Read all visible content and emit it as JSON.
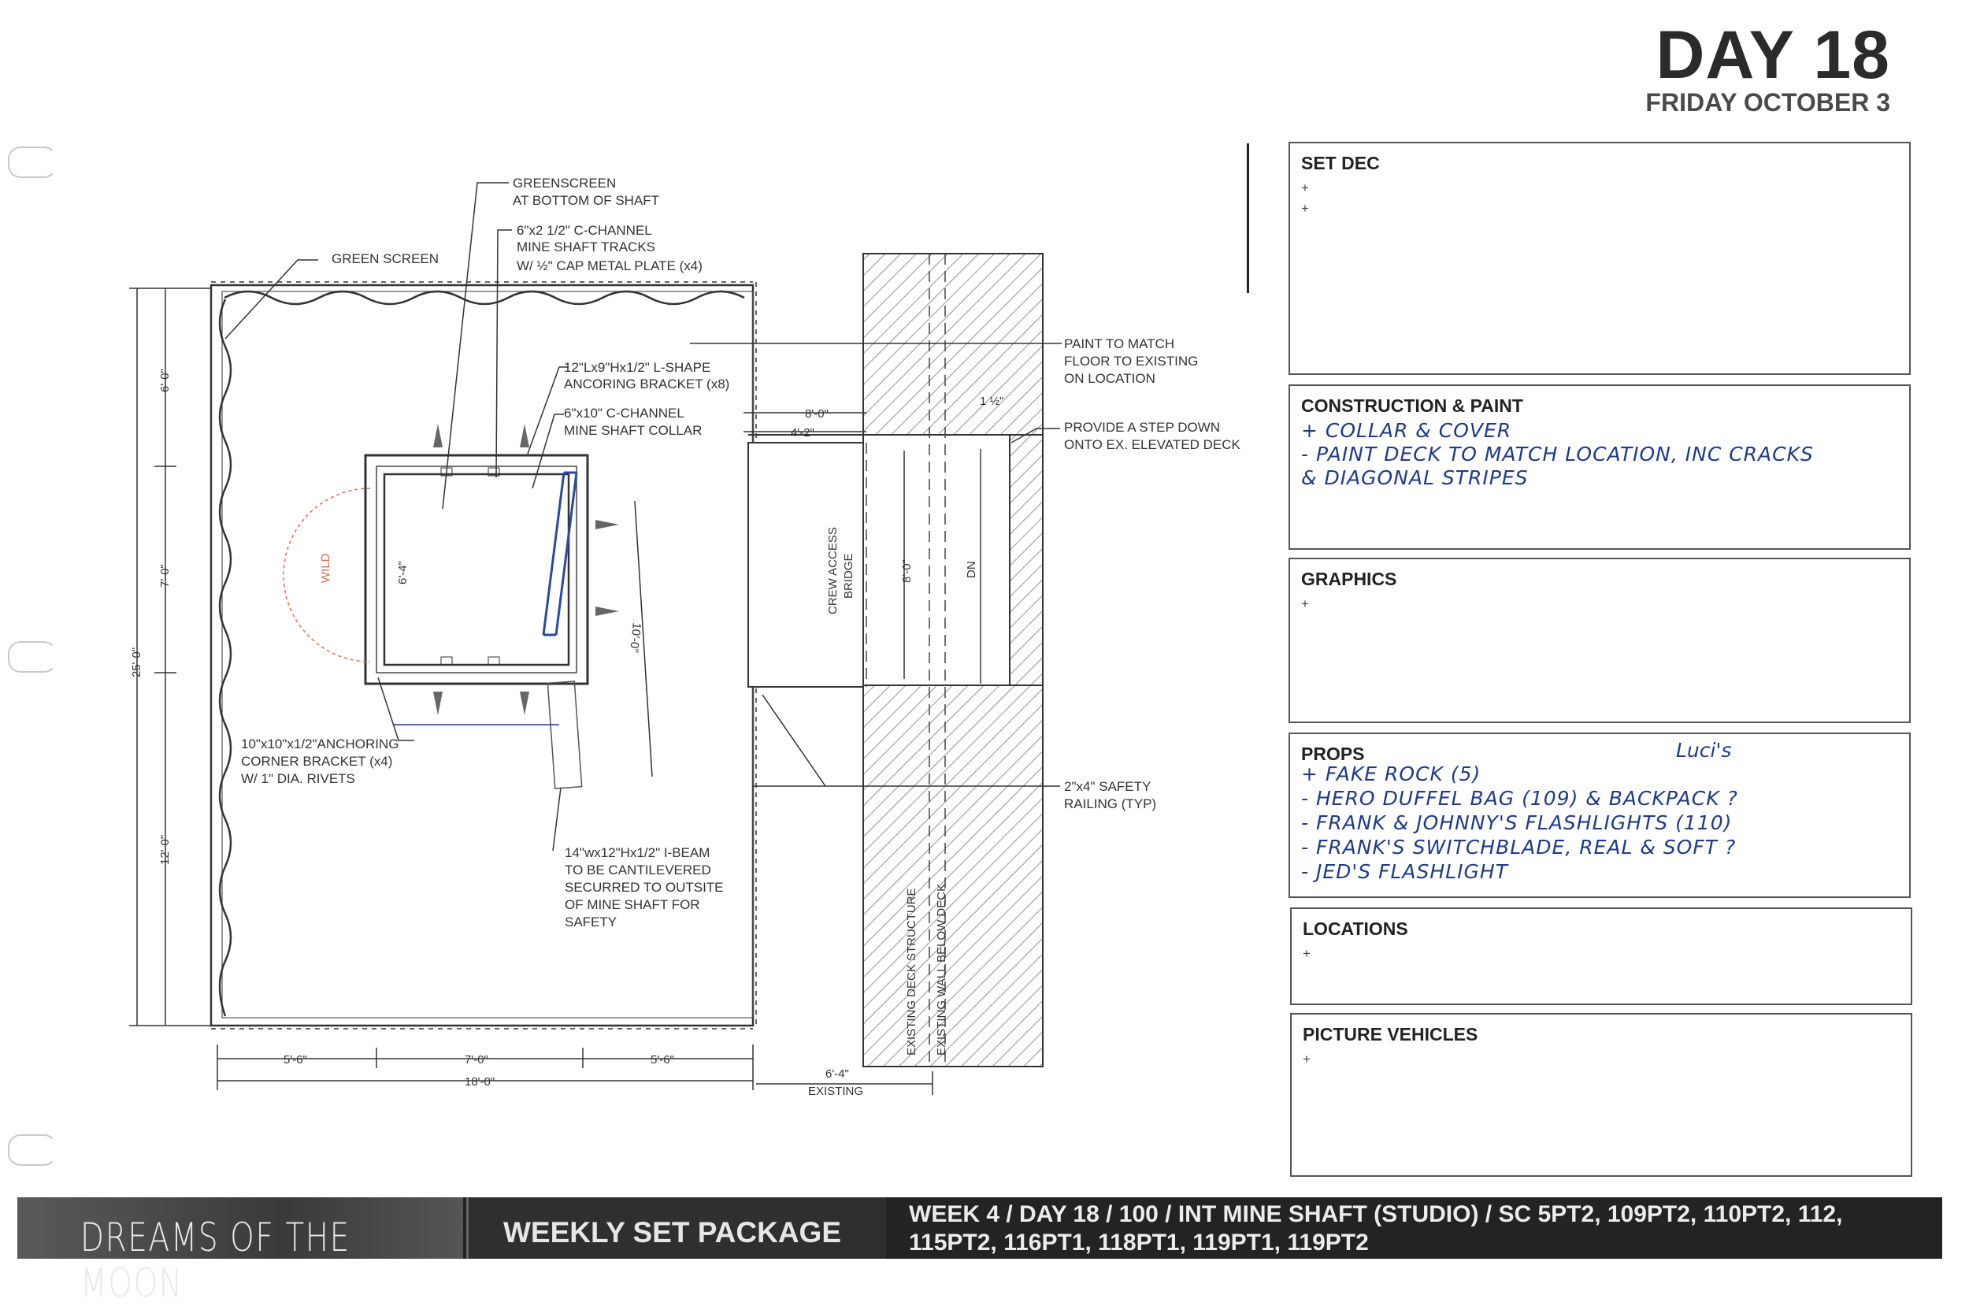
{
  "header": {
    "day": "DAY 18",
    "date": "FRIDAY OCTOBER 3"
  },
  "panels": {
    "set_dec": {
      "title": "SET DEC",
      "items": [
        "+",
        "+"
      ]
    },
    "construction": {
      "title": "CONSTRUCTION & PAINT",
      "handwritten": [
        "+ COLLAR & COVER",
        "- PAINT DECK TO MATCH LOCATION, INC CRACKS",
        "  & DIAGONAL STRIPES"
      ]
    },
    "graphics": {
      "title": "GRAPHICS",
      "items": [
        "+"
      ]
    },
    "props": {
      "title": "PROPS",
      "handwritten": [
        "+ FAKE ROCK (5)",
        "- HERO DUFFEL BAG (109) & BACKPACK ?",
        "- FRANK & JOHNNY'S FLASHLIGHTS (110)",
        "- FRANK'S SWITCHBLADE, REAL & SOFT ?",
        "- JED'S FLASHLIGHT"
      ],
      "annotation": "Luci's"
    },
    "locations": {
      "title": "LOCATIONS",
      "items": [
        "+"
      ]
    },
    "picture_vehicles": {
      "title": "PICTURE VEHICLES",
      "items": [
        "+"
      ]
    }
  },
  "drawing": {
    "greenscreen_bottom": [
      "GREENSCREEN",
      "AT BOTTOM OF SHAFT"
    ],
    "c_channel_tracks": [
      "6\"x2 1/2\" C-CHANNEL",
      "MINE SHAFT TRACKS",
      "W/ ½\" CAP METAL PLATE (x4)"
    ],
    "green_screen": "GREEN SCREEN",
    "l_bracket": [
      "12\"Lx9\"Hx1/2\" L-SHAPE",
      "ANCORING BRACKET (x8)"
    ],
    "collar": [
      "6\"x10\" C-CHANNEL",
      "MINE SHAFT COLLAR"
    ],
    "paint_floor": [
      "PAINT TO MATCH",
      "FLOOR TO EXISTING",
      "ON LOCATION"
    ],
    "step_down": [
      "PROVIDE A STEP DOWN",
      "ONTO EX. ELEVATED DECK"
    ],
    "corner_bracket": [
      "10\"x10\"x1/2\"ANCHORING",
      "CORNER BRACKET (x4)",
      "W/ 1\" DIA. RIVETS"
    ],
    "safety_railing": [
      "2\"x4\" SAFETY",
      "RAILING (TYP)"
    ],
    "ibeam": [
      "14\"wx12\"Hx1/2\" I-BEAM",
      "TO BE CANTILEVERED",
      "SECURRED TO OUTSITE",
      "OF MINE SHAFT FOR",
      "SAFETY"
    ],
    "crew_bridge": [
      "CREW ACCESS",
      "BRIDGE"
    ],
    "dn": "DN",
    "wild": "WILD",
    "existing_deck": "EXISTING DECK STRUCTURE",
    "existing_wall": "EXISTING WALL BELOW DECK",
    "existing": [
      "6'-4\"",
      "EXISTING"
    ],
    "dims": {
      "d25": "25'-0\"",
      "d6": "6'-0\"",
      "d7v": "7'-0\"",
      "d12": "12'-0\"",
      "d55a": "5'-6\"",
      "d7h": "7'-0\"",
      "d55b": "5'-6\"",
      "d18": "18'-0\"",
      "d64": "6'-4\"",
      "d10": "10'-0\"",
      "d8h": "8'-0\"",
      "d42": "4'-2\"",
      "d8v": "8'-0\"",
      "d112": "1 ½\""
    }
  },
  "footer": {
    "logo": "DREAMS OF THE MOON",
    "package": "WEEKLY SET PACKAGE",
    "scenes": "WEEK 4 / DAY 18 / 100 / INT MINE SHAFT (STUDIO)  / SC 5PT2, 109PT2, 110PT2, 112, 115PT2, 116PT1, 118PT1, 119PT1, 119PT2"
  }
}
